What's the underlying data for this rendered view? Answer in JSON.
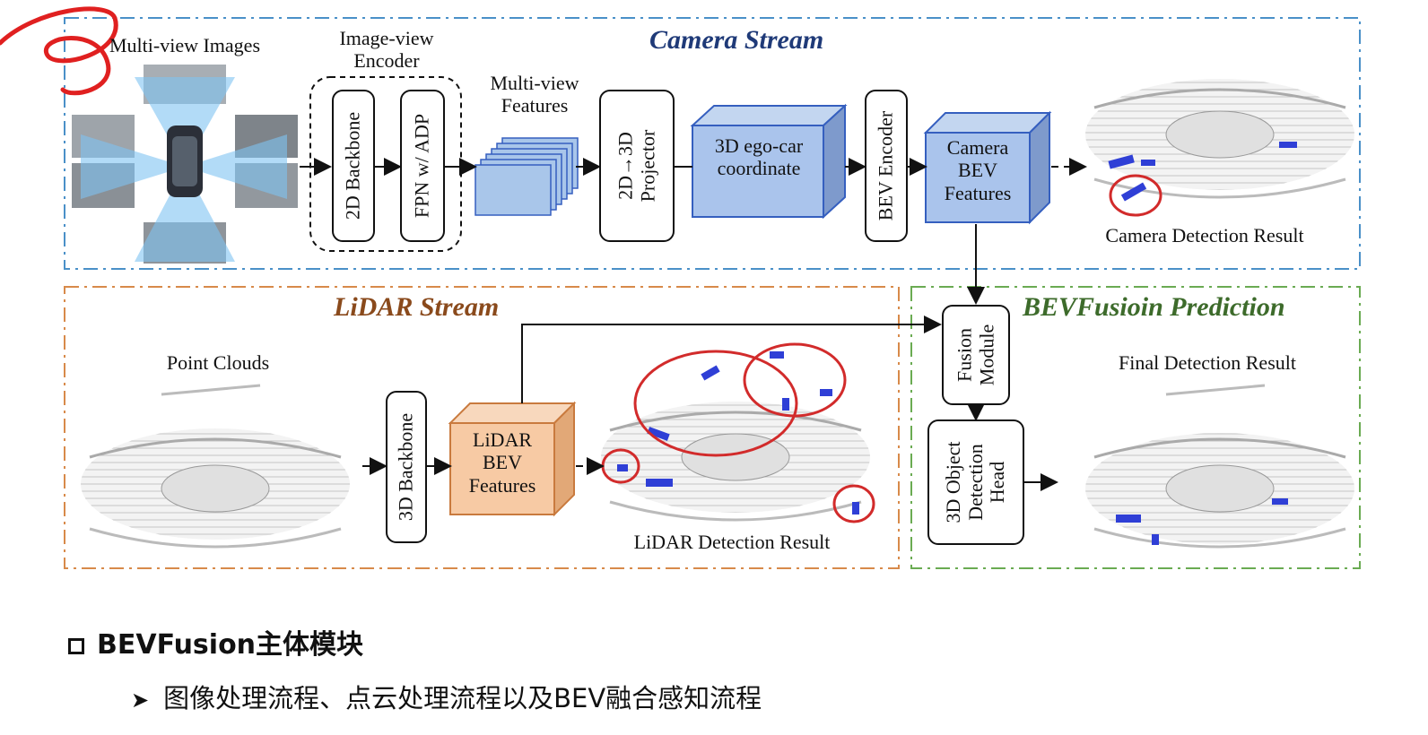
{
  "streams": {
    "camera": "Camera Stream",
    "lidar": "LiDAR Stream",
    "fusion": "BEVFusioin Prediction"
  },
  "camera": {
    "multi_view_images": "Multi-view Images",
    "image_view_encoder": "Image-view Encoder",
    "backbone_2d": "2D Backbone",
    "fpn": "FPN w/ ADP",
    "multi_view_features": "Multi-view Features",
    "projector": "2D→3D Projector",
    "ego_car": "3D ego-car coordinate",
    "bev_encoder": "BEV Encoder",
    "camera_bev": "Camera BEV Features",
    "detection_result": "Camera Detection Result"
  },
  "lidar": {
    "point_clouds": "Point Clouds",
    "backbone_3d": "3D Backbone",
    "lidar_bev": "LiDAR BEV Features",
    "detection_result": "LiDAR Detection Result"
  },
  "fusion": {
    "fusion_module": "Fusion Module",
    "detection_head": "3D Object Detection Head",
    "final_result": "Final Detection Result"
  },
  "colors": {
    "camera": "#1f3a78",
    "lidar": "#8a4a1c",
    "fusion": "#3d6b2b",
    "camera_border": "#4a90c8",
    "lidar_border": "#d88a4a",
    "fusion_border": "#6aab52",
    "highlight": "#d22b2b",
    "box_blue": "#2f3fd6"
  },
  "footer": {
    "title": "BEVFusion主体模块",
    "bullet": "图像处理流程、点云处理流程以及BEV融合感知流程"
  }
}
